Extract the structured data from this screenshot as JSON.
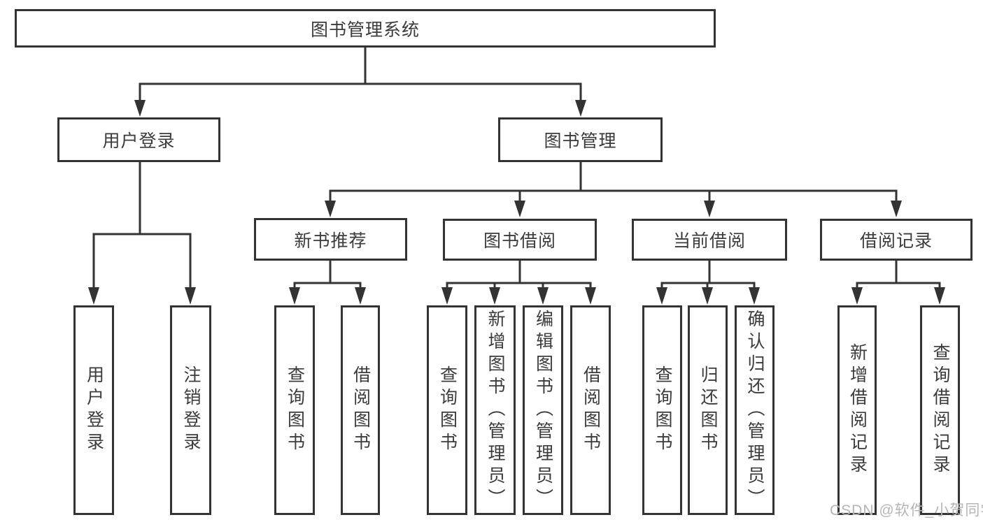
{
  "tree": {
    "root": {
      "label": "图书管理系统",
      "children": [
        {
          "label": "用户登录",
          "children": [
            {
              "label": "用户登录"
            },
            {
              "label": "注销登录"
            }
          ]
        },
        {
          "label": "图书管理",
          "children": [
            {
              "label": "新书推荐",
              "children": [
                {
                  "label": "查询图书"
                },
                {
                  "label": "借阅图书"
                }
              ]
            },
            {
              "label": "图书借阅",
              "children": [
                {
                  "label": "查询图书"
                },
                {
                  "label": "新增图书（管理员）"
                },
                {
                  "label": "编辑图书（管理员）"
                },
                {
                  "label": "借阅图书"
                }
              ]
            },
            {
              "label": "当前借阅",
              "children": [
                {
                  "label": "查询图书"
                },
                {
                  "label": "归还图书"
                },
                {
                  "label": "确认归还（管理员）"
                }
              ]
            },
            {
              "label": "借阅记录",
              "children": [
                {
                  "label": "新增借阅记录"
                },
                {
                  "label": "查询借阅记录"
                }
              ]
            }
          ]
        }
      ]
    }
  },
  "watermark": {
    "text": "CSDN @软件_小贺同学"
  },
  "colors": {
    "line": "#333333",
    "text": "#3b3b3b",
    "watermark": "#b5b5b5",
    "background": "#ffffff"
  }
}
